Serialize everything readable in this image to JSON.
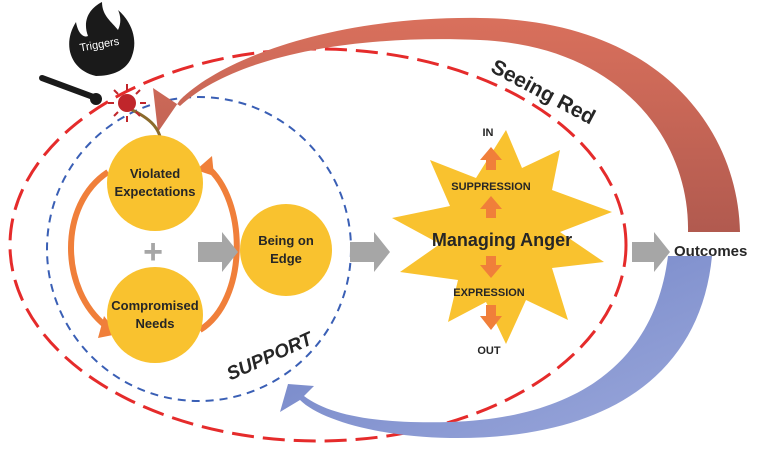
{
  "diagram": {
    "triggers_label": "Triggers",
    "seeing_red_label": "Seeing Red",
    "support_label": "SUPPORT",
    "violated_expectations": [
      "Violated",
      "Expectations"
    ],
    "compromised_needs": [
      "Compromised",
      "Needs"
    ],
    "plus_symbol": "+",
    "being_on_edge": [
      "Being on",
      "Edge"
    ],
    "managing_anger": "Managing Anger",
    "suppression": "SUPPRESSION",
    "expression": "EXPRESSION",
    "in_label": "IN",
    "out_label": "OUT",
    "outcomes": "Outcomes"
  },
  "colors": {
    "red_dash": "#e52b2b",
    "blue_dash": "#3a5fb5",
    "circle_fill": "#f9c22f",
    "burst_fill": "#f9c22f",
    "orange_arrow": "#f07f3a",
    "gray_arrow": "#a6a6a6",
    "seeing_red_arrow": "#c0625a",
    "support_arrow": "#7f8fcb",
    "flame": "#1a1a1a"
  }
}
